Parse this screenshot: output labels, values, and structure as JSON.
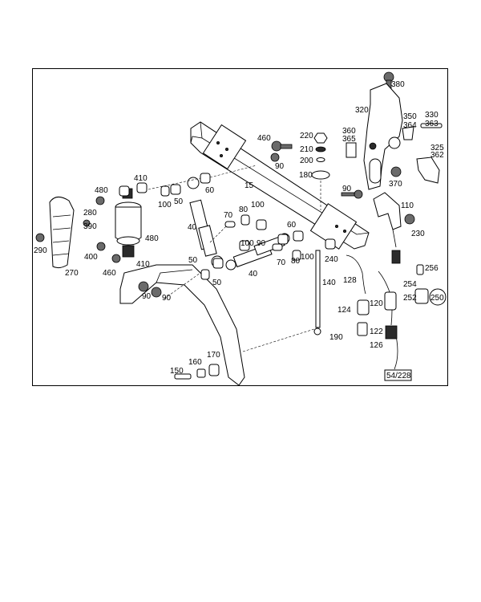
{
  "diagram": {
    "callouts": [
      {
        "id": "c380",
        "text": "380"
      },
      {
        "id": "c320",
        "text": "320"
      },
      {
        "id": "c350",
        "text": "350"
      },
      {
        "id": "c364",
        "text": "364"
      },
      {
        "id": "c330",
        "text": "330"
      },
      {
        "id": "c363",
        "text": "363"
      },
      {
        "id": "c220",
        "text": "220"
      },
      {
        "id": "c210",
        "text": "210"
      },
      {
        "id": "c200",
        "text": "200"
      },
      {
        "id": "c180",
        "text": "180"
      },
      {
        "id": "c360",
        "text": "360"
      },
      {
        "id": "c365",
        "text": "365"
      },
      {
        "id": "c325",
        "text": "325"
      },
      {
        "id": "c362",
        "text": "362"
      },
      {
        "id": "c460a",
        "text": "460"
      },
      {
        "id": "c90a",
        "text": "90"
      },
      {
        "id": "c410a",
        "text": "410"
      },
      {
        "id": "c480a",
        "text": "480"
      },
      {
        "id": "c60a",
        "text": "60"
      },
      {
        "id": "c50a",
        "text": "50"
      },
      {
        "id": "c100a",
        "text": "100"
      },
      {
        "id": "c15",
        "text": "15"
      },
      {
        "id": "c370",
        "text": "370"
      },
      {
        "id": "c90b",
        "text": "90"
      },
      {
        "id": "c110",
        "text": "110"
      },
      {
        "id": "c280",
        "text": "280"
      },
      {
        "id": "c390",
        "text": "390"
      },
      {
        "id": "c290",
        "text": "290"
      },
      {
        "id": "c80a",
        "text": "80"
      },
      {
        "id": "c100b",
        "text": "100"
      },
      {
        "id": "c70a",
        "text": "70"
      },
      {
        "id": "c40a",
        "text": "40"
      },
      {
        "id": "c230",
        "text": "230"
      },
      {
        "id": "c480b",
        "text": "480"
      },
      {
        "id": "c60b",
        "text": "60"
      },
      {
        "id": "c100c",
        "text": "100"
      },
      {
        "id": "c90c",
        "text": "90"
      },
      {
        "id": "c400",
        "text": "400"
      },
      {
        "id": "c460b",
        "text": "460"
      },
      {
        "id": "c410b",
        "text": "410"
      },
      {
        "id": "c240",
        "text": "240"
      },
      {
        "id": "c70b",
        "text": "70"
      },
      {
        "id": "c80b",
        "text": "80"
      },
      {
        "id": "c100d",
        "text": "100"
      },
      {
        "id": "c50b",
        "text": "50"
      },
      {
        "id": "c40b",
        "text": "40"
      },
      {
        "id": "c256",
        "text": "256"
      },
      {
        "id": "c270",
        "text": "270"
      },
      {
        "id": "c50c",
        "text": "50"
      },
      {
        "id": "c128",
        "text": "128"
      },
      {
        "id": "c140",
        "text": "140"
      },
      {
        "id": "c254",
        "text": "254"
      },
      {
        "id": "c90d",
        "text": "90"
      },
      {
        "id": "c90e",
        "text": "90"
      },
      {
        "id": "c120",
        "text": "120"
      },
      {
        "id": "c252",
        "text": "252"
      },
      {
        "id": "c250",
        "text": "250"
      },
      {
        "id": "c124",
        "text": "124"
      },
      {
        "id": "c122",
        "text": "122"
      },
      {
        "id": "c190",
        "text": "190"
      },
      {
        "id": "c126",
        "text": "126"
      },
      {
        "id": "c170",
        "text": "170"
      },
      {
        "id": "c160",
        "text": "160"
      },
      {
        "id": "c150",
        "text": "150"
      }
    ],
    "page_ref": "54/228"
  }
}
